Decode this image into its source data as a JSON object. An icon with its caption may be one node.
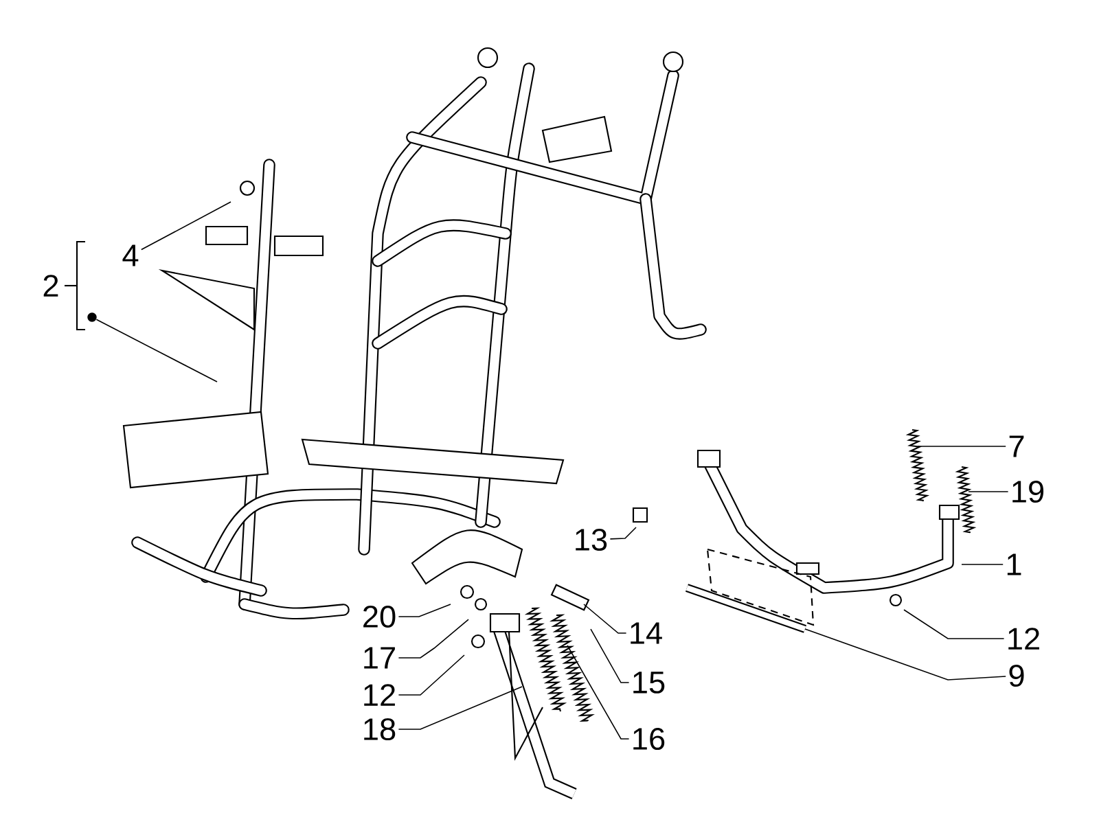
{
  "diagram": {
    "nodes": [
      {
        "text": [
          "4"
        ]
      },
      {
        "text": [],
        "shape": "circle"
      },
      {
        "text": [
          "7"
        ]
      },
      {
        "text": [
          "19"
        ]
      },
      {
        "text": [
          "1"
        ]
      },
      {
        "text": [
          "13"
        ]
      },
      {
        "text": [
          "12"
        ]
      },
      {
        "text": [
          "14"
        ]
      },
      {
        "text": [
          "9"
        ]
      },
      {
        "text": [
          "20"
        ]
      },
      {
        "text": [
          "17"
        ]
      },
      {
        "text": [
          "12"
        ]
      },
      {
        "text": [
          "18"
        ]
      },
      {
        "text": [
          "15"
        ]
      },
      {
        "text": [
          "16"
        ]
      }
    ],
    "edges": [
      {
        "from": 0,
        "to": null,
        "arrow": "none"
      },
      {
        "from": 1,
        "to": null,
        "arrow": "none"
      },
      {
        "from": 2,
        "to": null,
        "arrow": "none"
      },
      {
        "from": 3,
        "to": null,
        "arrow": "none"
      },
      {
        "from": 4,
        "to": null,
        "arrow": "none"
      },
      {
        "from": 5,
        "to": null,
        "arrow": "none"
      },
      {
        "from": 6,
        "to": null,
        "arrow": "none"
      },
      {
        "from": 7,
        "to": null,
        "arrow": "none"
      },
      {
        "from": 8,
        "to": null,
        "arrow": "none"
      },
      {
        "from": 9,
        "to": null,
        "arrow": "none"
      },
      {
        "from": 10,
        "to": null,
        "arrow": "none"
      },
      {
        "from": 11,
        "to": null,
        "arrow": "none"
      },
      {
        "from": 12,
        "to": null,
        "arrow": "none"
      },
      {
        "from": 13,
        "to": null,
        "arrow": "none"
      },
      {
        "from": 14,
        "to": null,
        "arrow": "none"
      }
    ],
    "labels": [
      "2"
    ]
  }
}
